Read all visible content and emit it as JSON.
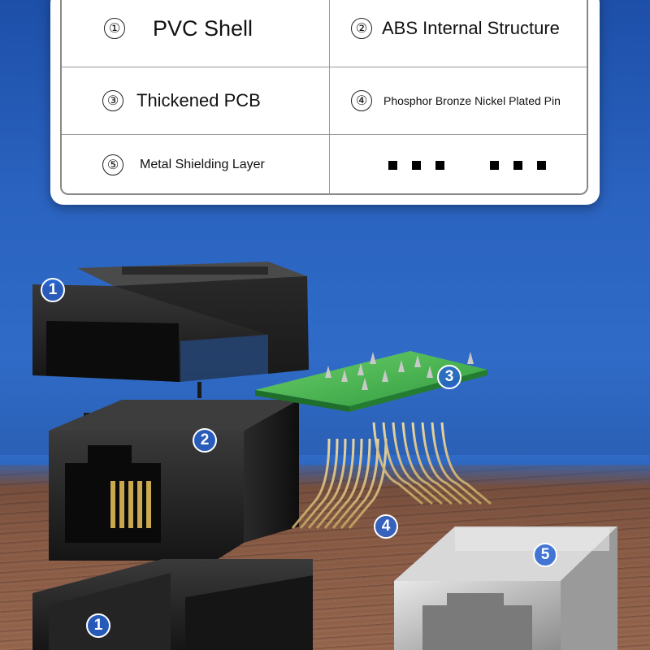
{
  "spec_table": {
    "rows": [
      {
        "left": {
          "num": "①",
          "label": "PVC Shell"
        },
        "right": {
          "num": "②",
          "label": "ABS Internal Structure"
        }
      },
      {
        "left": {
          "num": "③",
          "label": "Thickened PCB"
        },
        "right": {
          "num": "④",
          "label": "Phosphor Bronze Nickel Plated Pin"
        }
      },
      {
        "left": {
          "num": "⑤",
          "label": "Metal Shielding Layer"
        },
        "right": {
          "dots": "■ ■ ■   ■ ■ ■"
        }
      }
    ]
  },
  "callouts": {
    "shell_top": "1",
    "abs_body": "2",
    "pcb": "3",
    "pins": "4",
    "metal_shield": "5",
    "shell_bottom": "1"
  }
}
